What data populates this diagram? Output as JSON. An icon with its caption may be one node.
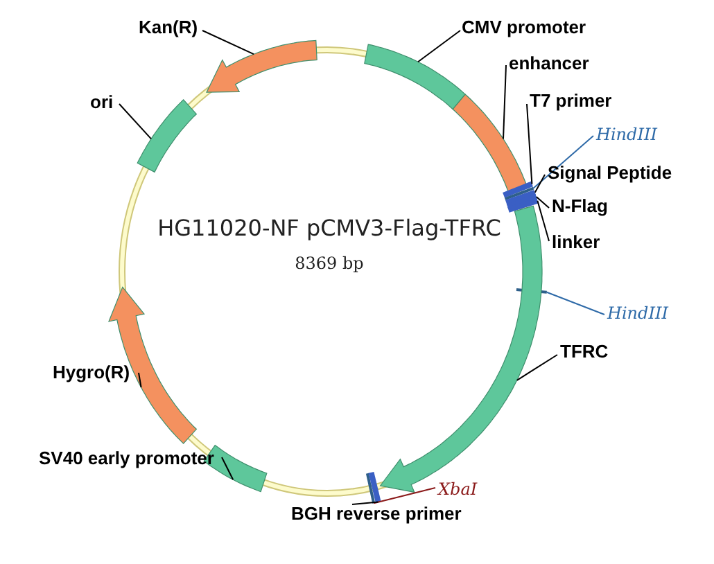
{
  "diagram": {
    "title": "HG11020-NF pCMV3-Flag-TFRC",
    "nodes": [
      {
        "text": [
          "Kan(R)"
        ]
      },
      {
        "text": [
          "CMV promoter"
        ]
      },
      {
        "text": [
          "enhancer"
        ]
      },
      {
        "text": [
          "ori"
        ]
      },
      {
        "text": [
          "T7 primer"
        ]
      },
      {
        "text": [
          "HindIII"
        ]
      },
      {
        "text": [
          "Signal Peptide"
        ]
      },
      {
        "text": [
          "N-Flag"
        ]
      },
      {
        "text": [
          "linker"
        ]
      },
      {
        "text": [
          "HindIII"
        ]
      },
      {
        "text": [
          "TFRC"
        ]
      },
      {
        "text": [
          "Hygro(R)"
        ]
      },
      {
        "text": [
          "SV40 early promoter"
        ]
      },
      {
        "text": [
          "XbaI"
        ]
      },
      {
        "text": [
          "BGH reverse primer"
        ]
      },
      {
        "text": [],
        "shape": "arrow"
      },
      {
        "text": [],
        "shape": "bar"
      },
      {
        "text": [],
        "shape": "bar"
      },
      {
        "text": [],
        "shape": "bar"
      },
      {
        "text": [],
        "shape": "bar"
      },
      {
        "text": [],
        "shape": "bar"
      },
      {
        "text": [],
        "shape": "bar"
      },
      {
        "text": [],
        "shape": "bar"
      },
      {
        "text": [],
        "shape": "bar"
      },
      {
        "text": [],
        "shape": "bar"
      },
      {
        "text": [],
        "shape": "arrow"
      },
      {
        "text": [],
        "shape": "arrow"
      },
      {
        "text": [],
        "shape": "bar"
      },
      {
        "text": [],
        "shape": "bar"
      },
      {
        "text": [],
        "shape": "bar"
      }
    ],
    "edges": [
      {
        "from": 0,
        "to": 15,
        "arrow": "none"
      },
      {
        "from": 1,
        "to": 16,
        "arrow": "none"
      },
      {
        "from": 2,
        "to": 17,
        "arrow": "none"
      },
      {
        "from": 3,
        "to": 18,
        "arrow": "none"
      },
      {
        "from": 4,
        "to": 19,
        "arrow": "none"
      },
      {
        "from": 5,
        "to": 20,
        "arrow": "none",
        "color": "#2e6aa8"
      },
      {
        "from": 6,
        "to": 21,
        "arrow": "none"
      },
      {
        "from": 7,
        "to": 22,
        "arrow": "none"
      },
      {
        "from": 8,
        "to": 23,
        "arrow": "none"
      },
      {
        "from": 9,
        "to": 24,
        "arrow": "none",
        "color": "#2e6aa8"
      },
      {
        "from": 10,
        "to": 25,
        "arrow": "none"
      },
      {
        "from": 11,
        "to": 26,
        "arrow": "none"
      },
      {
        "from": 12,
        "to": 27,
        "arrow": "none"
      },
      {
        "from": 13,
        "to": 28,
        "arrow": "none",
        "color": "#8b1a1a"
      },
      {
        "from": 14,
        "to": 29,
        "arrow": "none"
      }
    ],
    "labels": [
      "8369 bp"
    ]
  }
}
